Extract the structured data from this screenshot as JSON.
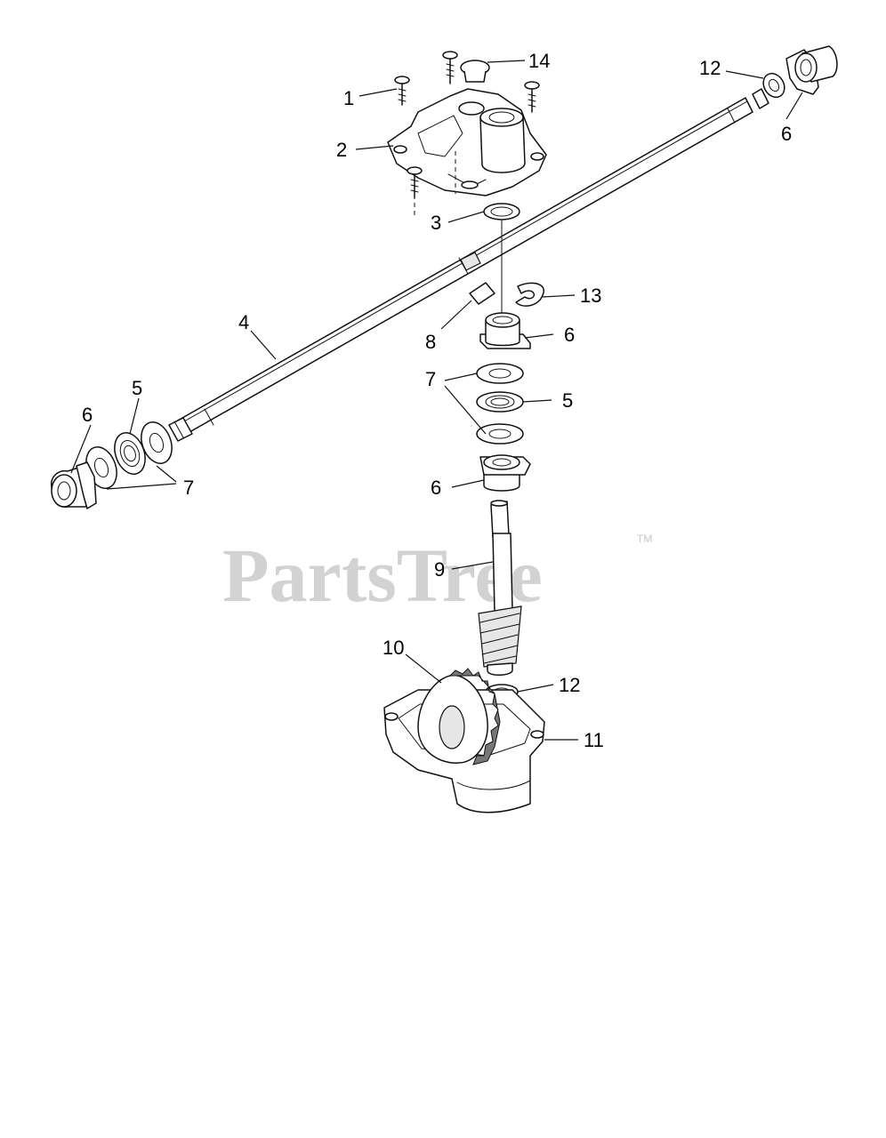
{
  "watermark": {
    "text": "PartsTree",
    "trademark": "TM"
  },
  "callouts": {
    "c1": "1",
    "c2": "2",
    "c3": "3",
    "c4": "4",
    "c5_left": "5",
    "c5_right": "5",
    "c6_left": "6",
    "c6_topright": "6",
    "c6_mid": "6",
    "c6_low": "6",
    "c7_left": "7",
    "c7_right": "7",
    "c8": "8",
    "c9": "9",
    "c10": "10",
    "c11": "11",
    "c12_top": "12",
    "c12_low": "12",
    "c13": "13",
    "c14": "14"
  }
}
